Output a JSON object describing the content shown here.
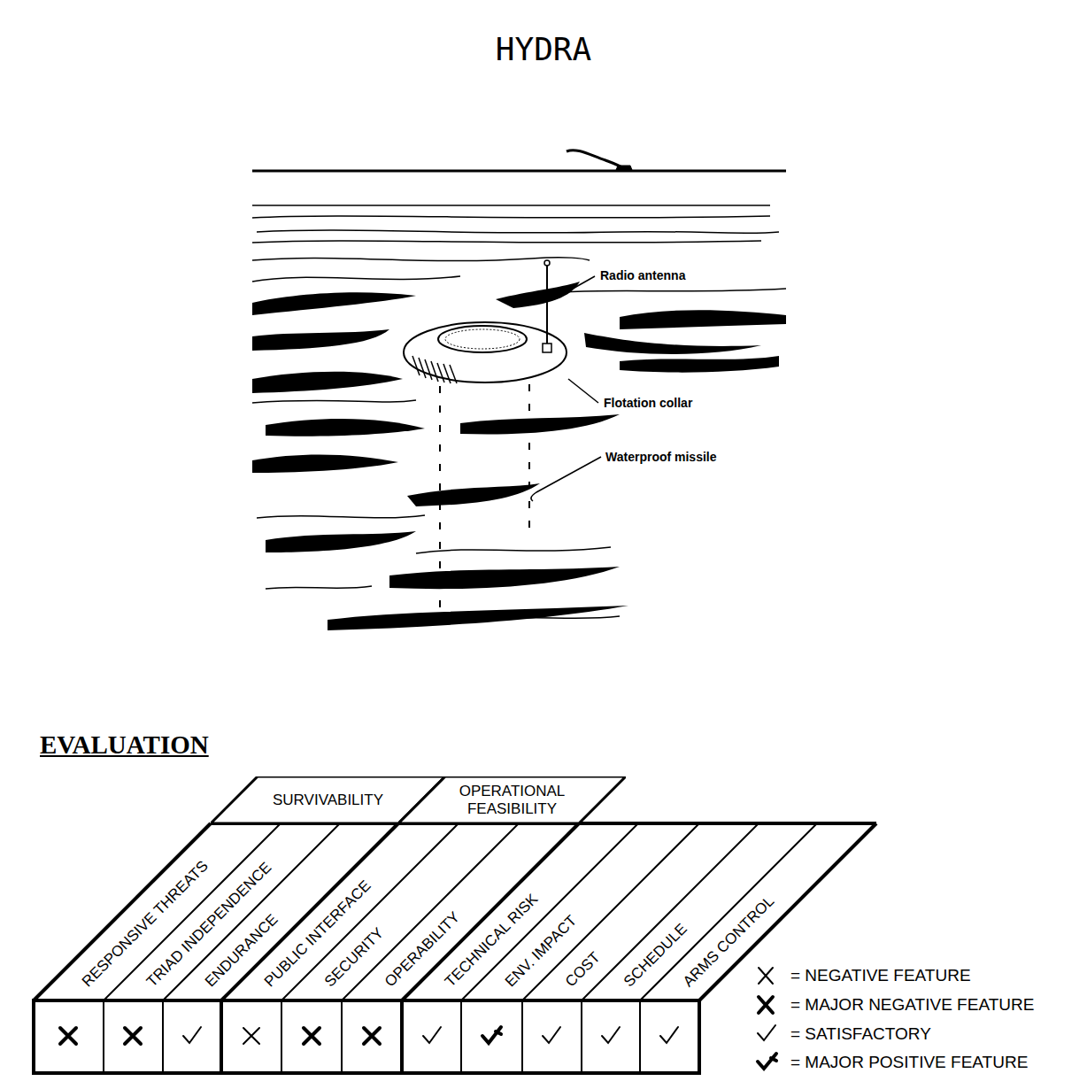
{
  "diagram": {
    "title": "HYDRA",
    "nodes": [
      {
        "text": [
          "SURVIVABILITY"
        ]
      },
      {
        "text": [
          "OPERATIONAL FEASIBILITY"
        ]
      }
    ],
    "labels": [
      "Radio antenna",
      "Flotation collar",
      "Waterproof missile",
      "EVALUATION",
      "RESPONSIVE THREATS",
      "TRIAD INDEPENDENCE",
      "ENDURANCE",
      "PUBLIC INTERFACE",
      "SECURITY",
      "OPERABILITY",
      "TECHNICAL RISK",
      "ENV. IMPACT",
      "COST",
      "SCHEDULE",
      "ARMS CONTROL"
    ],
    "legend": [
      {
        "text": "= NEGATIVE FEATURE"
      },
      {
        "text": "= MAJOR NEGATIVE FEATURE"
      },
      {
        "text": "= SATISFACTORY"
      },
      {
        "text": "= MAJOR POSITIVE FEATURE"
      }
    ]
  }
}
